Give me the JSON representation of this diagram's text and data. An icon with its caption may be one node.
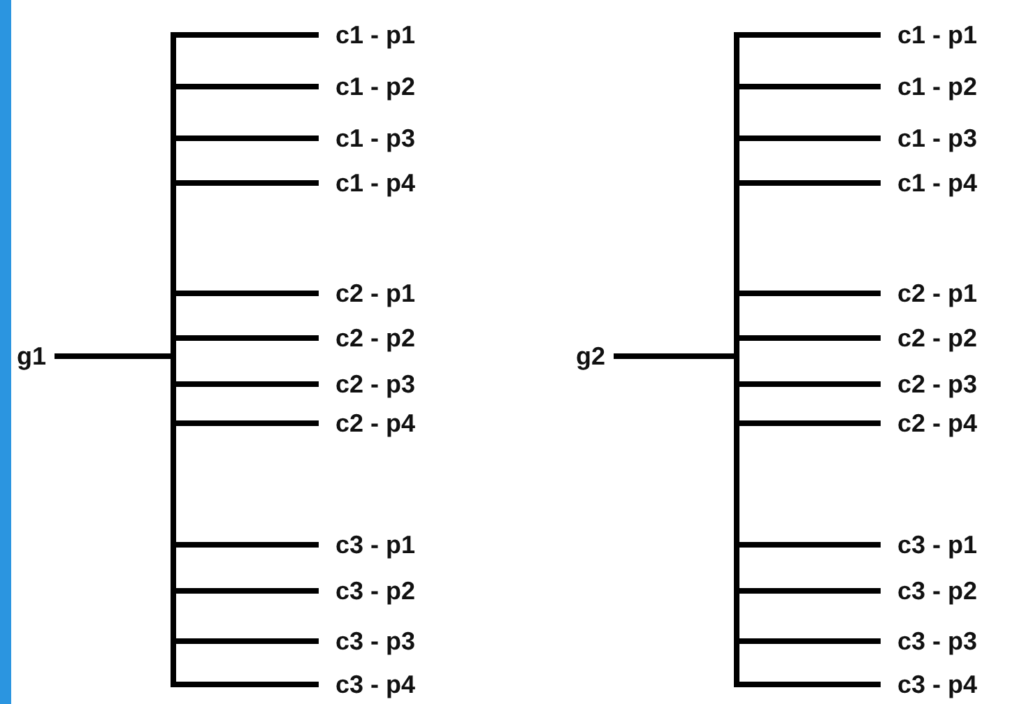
{
  "diagram": {
    "nodes": [
      {
        "text": [
          "g1"
        ]
      },
      {
        "text": [
          "c1 - p1"
        ]
      },
      {
        "text": [
          "c1 - p2"
        ]
      },
      {
        "text": [
          "c1 - p3"
        ]
      },
      {
        "text": [
          "c1 - p4"
        ]
      },
      {
        "text": [
          "c2 - p1"
        ]
      },
      {
        "text": [
          "c2 - p2"
        ]
      },
      {
        "text": [
          "c2 - p3"
        ]
      },
      {
        "text": [
          "c2 - p4"
        ]
      },
      {
        "text": [
          "c3 - p1"
        ]
      },
      {
        "text": [
          "c3 - p2"
        ]
      },
      {
        "text": [
          "c3 - p3"
        ]
      },
      {
        "text": [
          "c3 - p4"
        ]
      },
      {
        "text": [
          "g2"
        ]
      },
      {
        "text": [
          "c1 - p1"
        ]
      },
      {
        "text": [
          "c1 - p2"
        ]
      },
      {
        "text": [
          "c1 - p3"
        ]
      },
      {
        "text": [
          "c1 - p4"
        ]
      },
      {
        "text": [
          "c2 - p1"
        ]
      },
      {
        "text": [
          "c2 - p2"
        ]
      },
      {
        "text": [
          "c2 - p3"
        ]
      },
      {
        "text": [
          "c2 - p4"
        ]
      },
      {
        "text": [
          "c3 - p1"
        ]
      },
      {
        "text": [
          "c3 - p2"
        ]
      },
      {
        "text": [
          "c3 - p3"
        ]
      },
      {
        "text": [
          "c3 - p4"
        ]
      }
    ],
    "edges": [
      {
        "from": 0,
        "to": 1,
        "arrow": "none"
      },
      {
        "from": 0,
        "to": 2,
        "arrow": "none"
      },
      {
        "from": 0,
        "to": 3,
        "arrow": "none"
      },
      {
        "from": 0,
        "to": 4,
        "arrow": "none"
      },
      {
        "from": 0,
        "to": 5,
        "arrow": "none"
      },
      {
        "from": 0,
        "to": 6,
        "arrow": "none"
      },
      {
        "from": 0,
        "to": 7,
        "arrow": "none"
      },
      {
        "from": 0,
        "to": 8,
        "arrow": "none"
      },
      {
        "from": 0,
        "to": 9,
        "arrow": "none"
      },
      {
        "from": 0,
        "to": 10,
        "arrow": "none"
      },
      {
        "from": 0,
        "to": 11,
        "arrow": "none"
      },
      {
        "from": 0,
        "to": 12,
        "arrow": "none"
      },
      {
        "from": 13,
        "to": 14,
        "arrow": "none"
      },
      {
        "from": 13,
        "to": 15,
        "arrow": "none"
      },
      {
        "from": 13,
        "to": 16,
        "arrow": "none"
      },
      {
        "from": 13,
        "to": 17,
        "arrow": "none"
      },
      {
        "from": 13,
        "to": 18,
        "arrow": "none"
      },
      {
        "from": 13,
        "to": 19,
        "arrow": "none"
      },
      {
        "from": 13,
        "to": 20,
        "arrow": "none"
      },
      {
        "from": 13,
        "to": 21,
        "arrow": "none"
      },
      {
        "from": 13,
        "to": 22,
        "arrow": "none"
      },
      {
        "from": 13,
        "to": 23,
        "arrow": "none"
      },
      {
        "from": 13,
        "to": 24,
        "arrow": "none"
      },
      {
        "from": 13,
        "to": 25,
        "arrow": "none"
      }
    ]
  }
}
